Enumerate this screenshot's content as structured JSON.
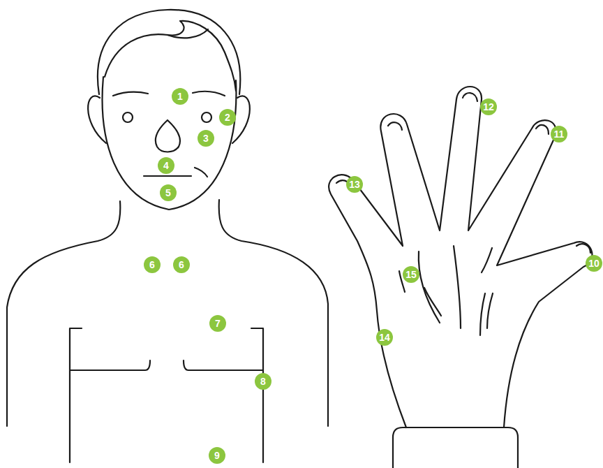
{
  "diagram": {
    "labels": [
      "1",
      "2",
      "3",
      "4",
      "5",
      "6",
      "6",
      "7",
      "8",
      "9",
      "10",
      "11",
      "12",
      "13",
      "14",
      "15"
    ]
  }
}
